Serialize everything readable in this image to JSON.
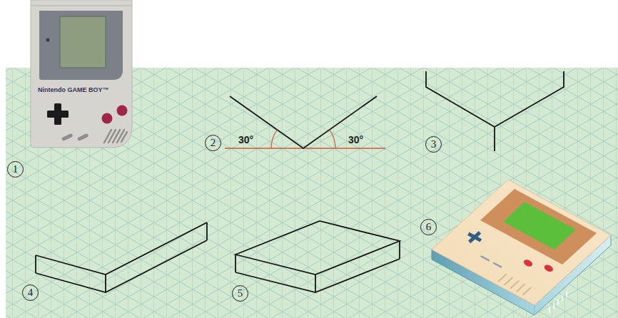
{
  "diagram": {
    "nodes": [
      {
        "text": [
          "1"
        ]
      },
      {
        "text": [
          "2"
        ]
      },
      {
        "text": [
          "3"
        ]
      },
      {
        "text": [
          "4"
        ]
      },
      {
        "text": [
          "5"
        ]
      },
      {
        "text": [
          "6"
        ]
      }
    ],
    "labels": [
      "Nintendo GAME BOY™",
      "30°",
      "30°"
    ]
  }
}
